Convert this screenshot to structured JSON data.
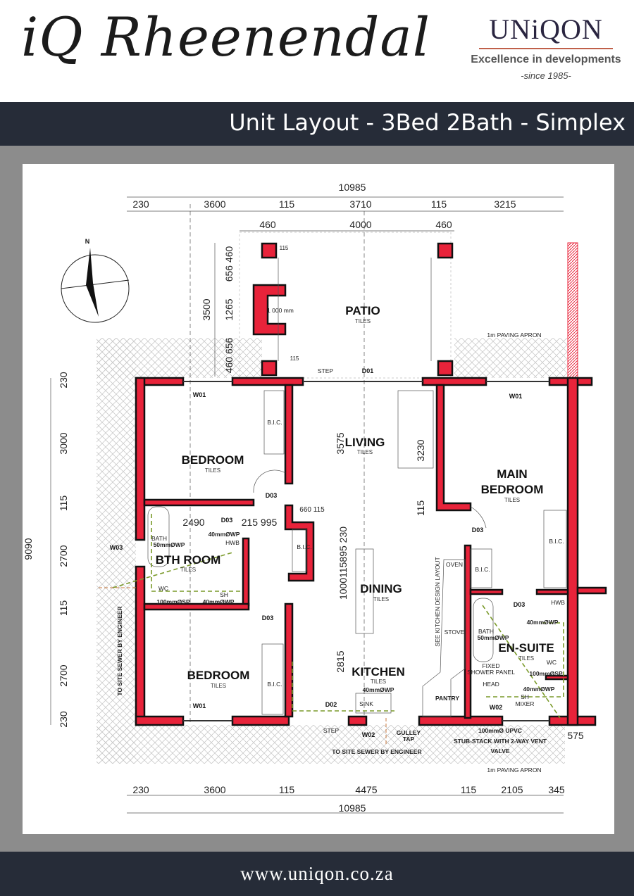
{
  "header": {
    "project_title": "iQ Rheenendal",
    "brand_name": "UNiQON",
    "brand_tagline": "Excellence in developments",
    "brand_since": "-since 1985-"
  },
  "band": {
    "title": "Unit Layout - 3Bed 2Bath - Simplex"
  },
  "footer": {
    "url": "www.uniqon.co.za"
  },
  "colors": {
    "wall": "#e8233a",
    "band": "#262c38",
    "frame": "#8c8c8c",
    "pipe": "#7a9a2a"
  },
  "plan": {
    "compass": "N",
    "dims_top": {
      "total": "10985",
      "row1": [
        "230",
        "3600",
        "115",
        "3710",
        "115",
        "3215"
      ],
      "row2": [
        "460",
        "4000",
        "460"
      ]
    },
    "dims_left": {
      "total": "9090",
      "items": [
        "230",
        "3000",
        "115",
        "2700",
        "115",
        "2700",
        "230"
      ],
      "patio": [
        "3500",
        "656 460",
        "1265",
        "460 656"
      ]
    },
    "dims_bottom": {
      "total": "10985",
      "items": [
        "230",
        "3600",
        "115",
        "4475",
        "115",
        "2105",
        "345"
      ]
    },
    "dims_inner": [
      "2490",
      "215 995",
      "660 115",
      "1000115895 230",
      "3575",
      "3230",
      "115",
      "2815",
      "575",
      "115",
      "115"
    ],
    "rooms": [
      "PATIO",
      "LIVING",
      "BEDROOM",
      "MAIN",
      "BEDROOM",
      "BTH ROOM",
      "DINING",
      "BEDROOM",
      "KITCHEN",
      "EN-SUITE",
      "PANTRY"
    ],
    "finish": "TILES",
    "tags": {
      "w01": "W01",
      "w02": "W02",
      "w03": "W03",
      "d01": "D01",
      "d02": "D02",
      "d03": "D03"
    },
    "bic": "B.I.C.",
    "notes": [
      "STEP",
      "1m PAVING APRON",
      "1 000 mm",
      "BATH",
      "50mmØWP",
      "40mmØWP",
      "HWB",
      "WC",
      "100mmØSP",
      "SH",
      "OVEN",
      "STOVE",
      "FIXED",
      "SHOWER PANEL",
      "HEAD",
      "MIXER",
      "SINK",
      "GULLEY",
      "TAP",
      "100mmØ UPVC",
      "STUB-STACK WITH 2-WAY VENT",
      "VALVE",
      "TO SITE SEWER BY ENGINEER",
      "SEE KITCHEN DESIGN LAYOUT"
    ]
  }
}
